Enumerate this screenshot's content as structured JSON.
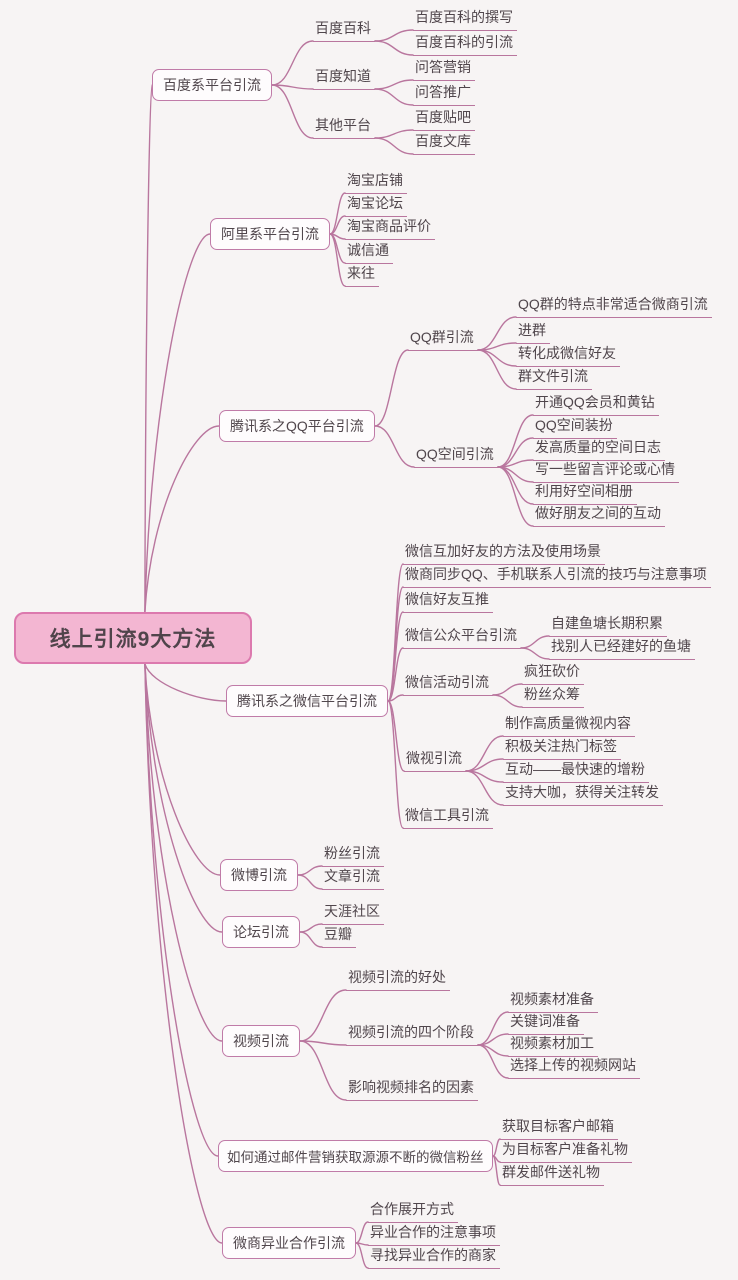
{
  "root": {
    "label": "线上引流9大方法"
  },
  "branches": [
    {
      "label": "百度系平台引流",
      "children": [
        {
          "label": "百度百科",
          "children": [
            {
              "label": "百度百科的撰写"
            },
            {
              "label": "百度百科的引流"
            }
          ]
        },
        {
          "label": "百度知道",
          "children": [
            {
              "label": "问答营销"
            },
            {
              "label": "问答推广"
            }
          ]
        },
        {
          "label": "其他平台",
          "children": [
            {
              "label": "百度贴吧"
            },
            {
              "label": "百度文库"
            }
          ]
        }
      ]
    },
    {
      "label": "阿里系平台引流",
      "children": [
        {
          "label": "淘宝店铺"
        },
        {
          "label": "淘宝论坛"
        },
        {
          "label": "淘宝商品评价"
        },
        {
          "label": "诚信通"
        },
        {
          "label": "来往"
        }
      ]
    },
    {
      "label": "腾讯系之QQ平台引流",
      "children": [
        {
          "label": "QQ群引流",
          "children": [
            {
              "label": "QQ群的特点非常适合微商引流"
            },
            {
              "label": "进群"
            },
            {
              "label": "转化成微信好友"
            },
            {
              "label": "群文件引流"
            }
          ]
        },
        {
          "label": "QQ空间引流",
          "children": [
            {
              "label": "开通QQ会员和黄钻"
            },
            {
              "label": "QQ空间装扮"
            },
            {
              "label": "发高质量的空间日志"
            },
            {
              "label": "写一些留言评论或心情"
            },
            {
              "label": "利用好空间相册"
            },
            {
              "label": "做好朋友之间的互动"
            }
          ]
        }
      ]
    },
    {
      "label": "腾讯系之微信平台引流",
      "children": [
        {
          "label": "微信互加好友的方法及使用场景"
        },
        {
          "label": "微商同步QQ、手机联系人引流的技巧与注意事项"
        },
        {
          "label": "微信好友互推"
        },
        {
          "label": "微信公众平台引流",
          "children": [
            {
              "label": "自建鱼塘长期积累"
            },
            {
              "label": "找别人已经建好的鱼塘"
            }
          ]
        },
        {
          "label": "微信活动引流",
          "children": [
            {
              "label": "疯狂砍价"
            },
            {
              "label": "粉丝众筹"
            }
          ]
        },
        {
          "label": "微视引流",
          "children": [
            {
              "label": "制作高质量微视内容"
            },
            {
              "label": "积极关注热门标签"
            },
            {
              "label": "互动——最快速的增粉"
            },
            {
              "label": "支持大咖，获得关注转发"
            }
          ]
        },
        {
          "label": "微信工具引流"
        }
      ]
    },
    {
      "label": "微博引流",
      "children": [
        {
          "label": "粉丝引流"
        },
        {
          "label": "文章引流"
        }
      ]
    },
    {
      "label": "论坛引流",
      "children": [
        {
          "label": "天涯社区"
        },
        {
          "label": "豆瓣"
        }
      ]
    },
    {
      "label": "视频引流",
      "children": [
        {
          "label": "视频引流的好处"
        },
        {
          "label": "视频引流的四个阶段",
          "children": [
            {
              "label": "视频素材准备"
            },
            {
              "label": "关键词准备"
            },
            {
              "label": "视频素材加工"
            },
            {
              "label": "选择上传的视频网站"
            }
          ]
        },
        {
          "label": "影响视频排名的因素"
        }
      ]
    },
    {
      "label": "如何通过邮件营销获取源源不断的微信粉丝",
      "children": [
        {
          "label": "获取目标客户邮箱"
        },
        {
          "label": "为目标客户准备礼物"
        },
        {
          "label": "群发邮件送礼物"
        }
      ]
    },
    {
      "label": "微商异业合作引流",
      "children": [
        {
          "label": "合作展开方式"
        },
        {
          "label": "异业合作的注意事项"
        },
        {
          "label": "寻找异业合作的商家"
        }
      ]
    }
  ],
  "colors": {
    "background": "#f7f4f4",
    "root_fill": "#f3b6d2",
    "root_border": "#dc79ae",
    "root_text": "#50444b",
    "branch_fill": "#fefcfd",
    "branch_border": "#c07ba8",
    "line_color": "#b9769e",
    "text_color": "#50464c"
  }
}
